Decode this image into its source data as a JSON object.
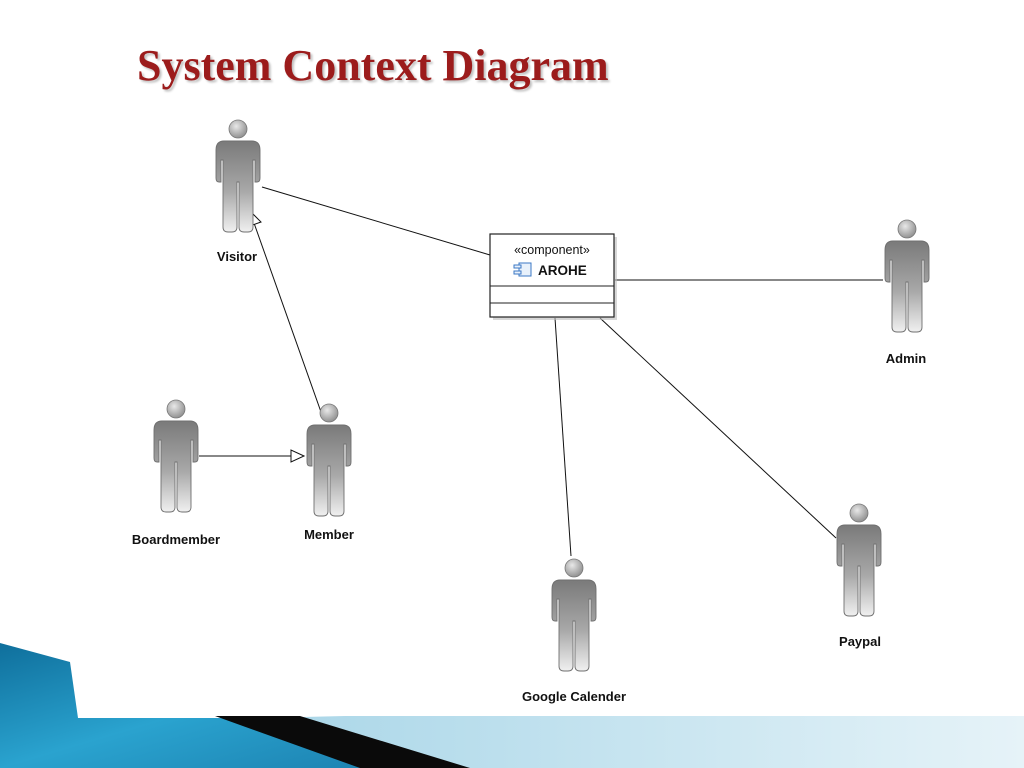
{
  "slide": {
    "title": "System Context Diagram",
    "title_color": "#9c1c1c",
    "background": "#ffffff"
  },
  "diagram": {
    "component": {
      "stereotype": "«component»",
      "name": "AROHE",
      "icon": "component-icon"
    },
    "actors": {
      "visitor": "Visitor",
      "member": "Member",
      "boardmember": "Boardmember",
      "admin": "Admin",
      "google_calendar": "Google Calender",
      "paypal": "Paypal"
    },
    "relationships": [
      {
        "from": "Member",
        "to": "Visitor",
        "kind": "generalization"
      },
      {
        "from": "Boardmember",
        "to": "Member",
        "kind": "generalization"
      },
      {
        "from": "AROHE",
        "to": "Visitor",
        "kind": "association"
      },
      {
        "from": "AROHE",
        "to": "Admin",
        "kind": "association"
      },
      {
        "from": "AROHE",
        "to": "Google Calender",
        "kind": "association"
      },
      {
        "from": "AROHE",
        "to": "Paypal",
        "kind": "association"
      }
    ]
  },
  "theme": {
    "accent_blue": "#1d8fbf",
    "accent_light": "#cfe7f2",
    "accent_dark": "#111111",
    "actor_gray": "#8a8a8a"
  }
}
